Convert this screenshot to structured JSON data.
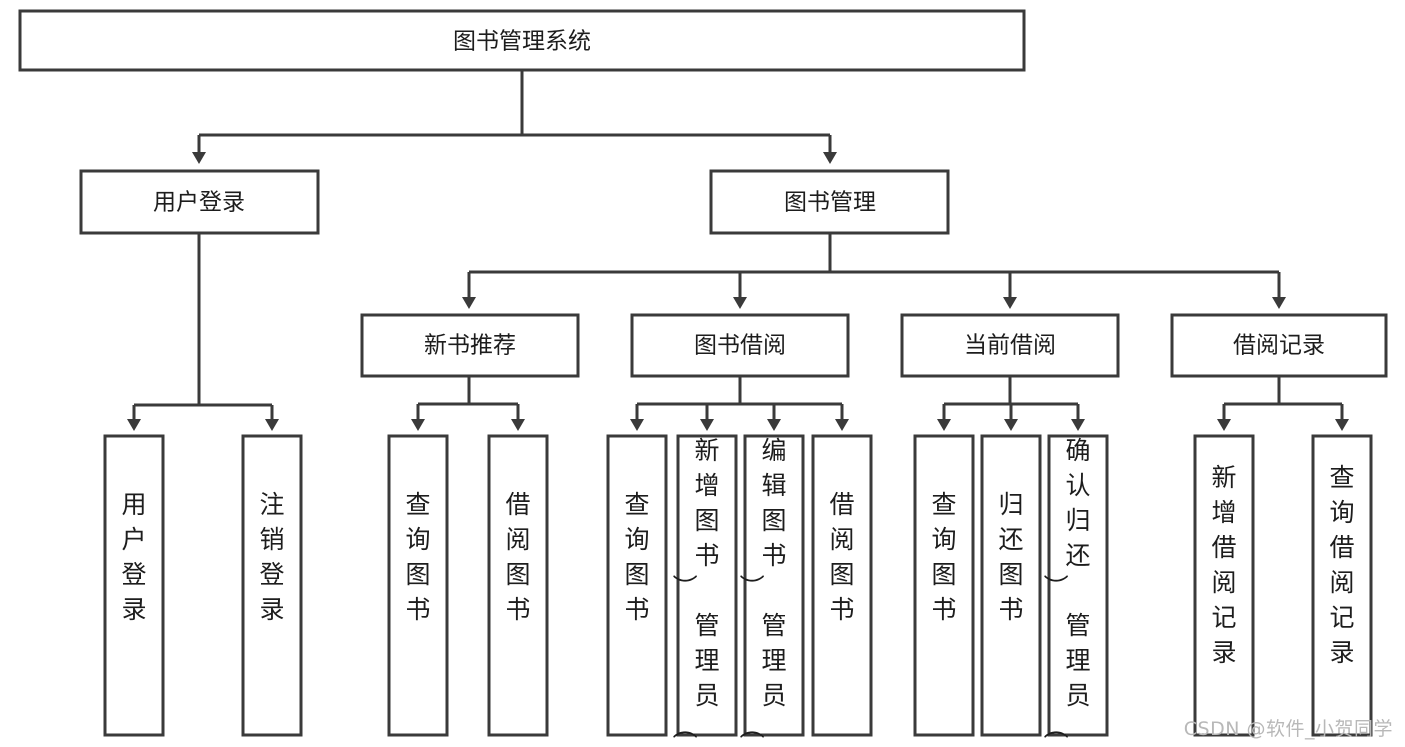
{
  "diagram": {
    "type": "tree-hierarchy",
    "title": "图书管理系统",
    "watermark": "CSDN @软件_小贺同学",
    "colors": {
      "box_stroke": "#3a3a3a",
      "box_fill": "#ffffff",
      "text": "#1d1d1d",
      "background": "#ffffff",
      "watermark": "#b8b8b8"
    },
    "levels": {
      "root": {
        "label": "图书管理系统"
      },
      "level1": [
        {
          "label": "用户登录"
        },
        {
          "label": "图书管理"
        }
      ],
      "level2": [
        {
          "label": "新书推荐"
        },
        {
          "label": "图书借阅"
        },
        {
          "label": "当前借阅"
        },
        {
          "label": "借阅记录"
        }
      ]
    },
    "nodes": {
      "root": "图书管理系统",
      "user_login": "用户登录",
      "book_manage": "图书管理",
      "new_book_recommend": "新书推荐",
      "book_borrow": "图书借阅",
      "current_borrow": "当前借阅",
      "borrow_record": "借阅记录",
      "leaf_user_login": "用户登录",
      "leaf_logout": "注销登录",
      "leaf_query_book_1": "查询图书",
      "leaf_borrow_book_1": "借阅图书",
      "leaf_query_book_2": "查询图书",
      "leaf_add_book_admin": "新增图书（管理员）",
      "leaf_edit_book_admin": "编辑图书（管理员）",
      "leaf_borrow_book_2": "借阅图书",
      "leaf_query_book_3": "查询图书",
      "leaf_return_book": "归还图书",
      "leaf_confirm_return_admin": "确认归还（管理员）",
      "leaf_add_borrow_record": "新增借阅记录",
      "leaf_query_borrow_record": "查询借阅记录"
    }
  }
}
